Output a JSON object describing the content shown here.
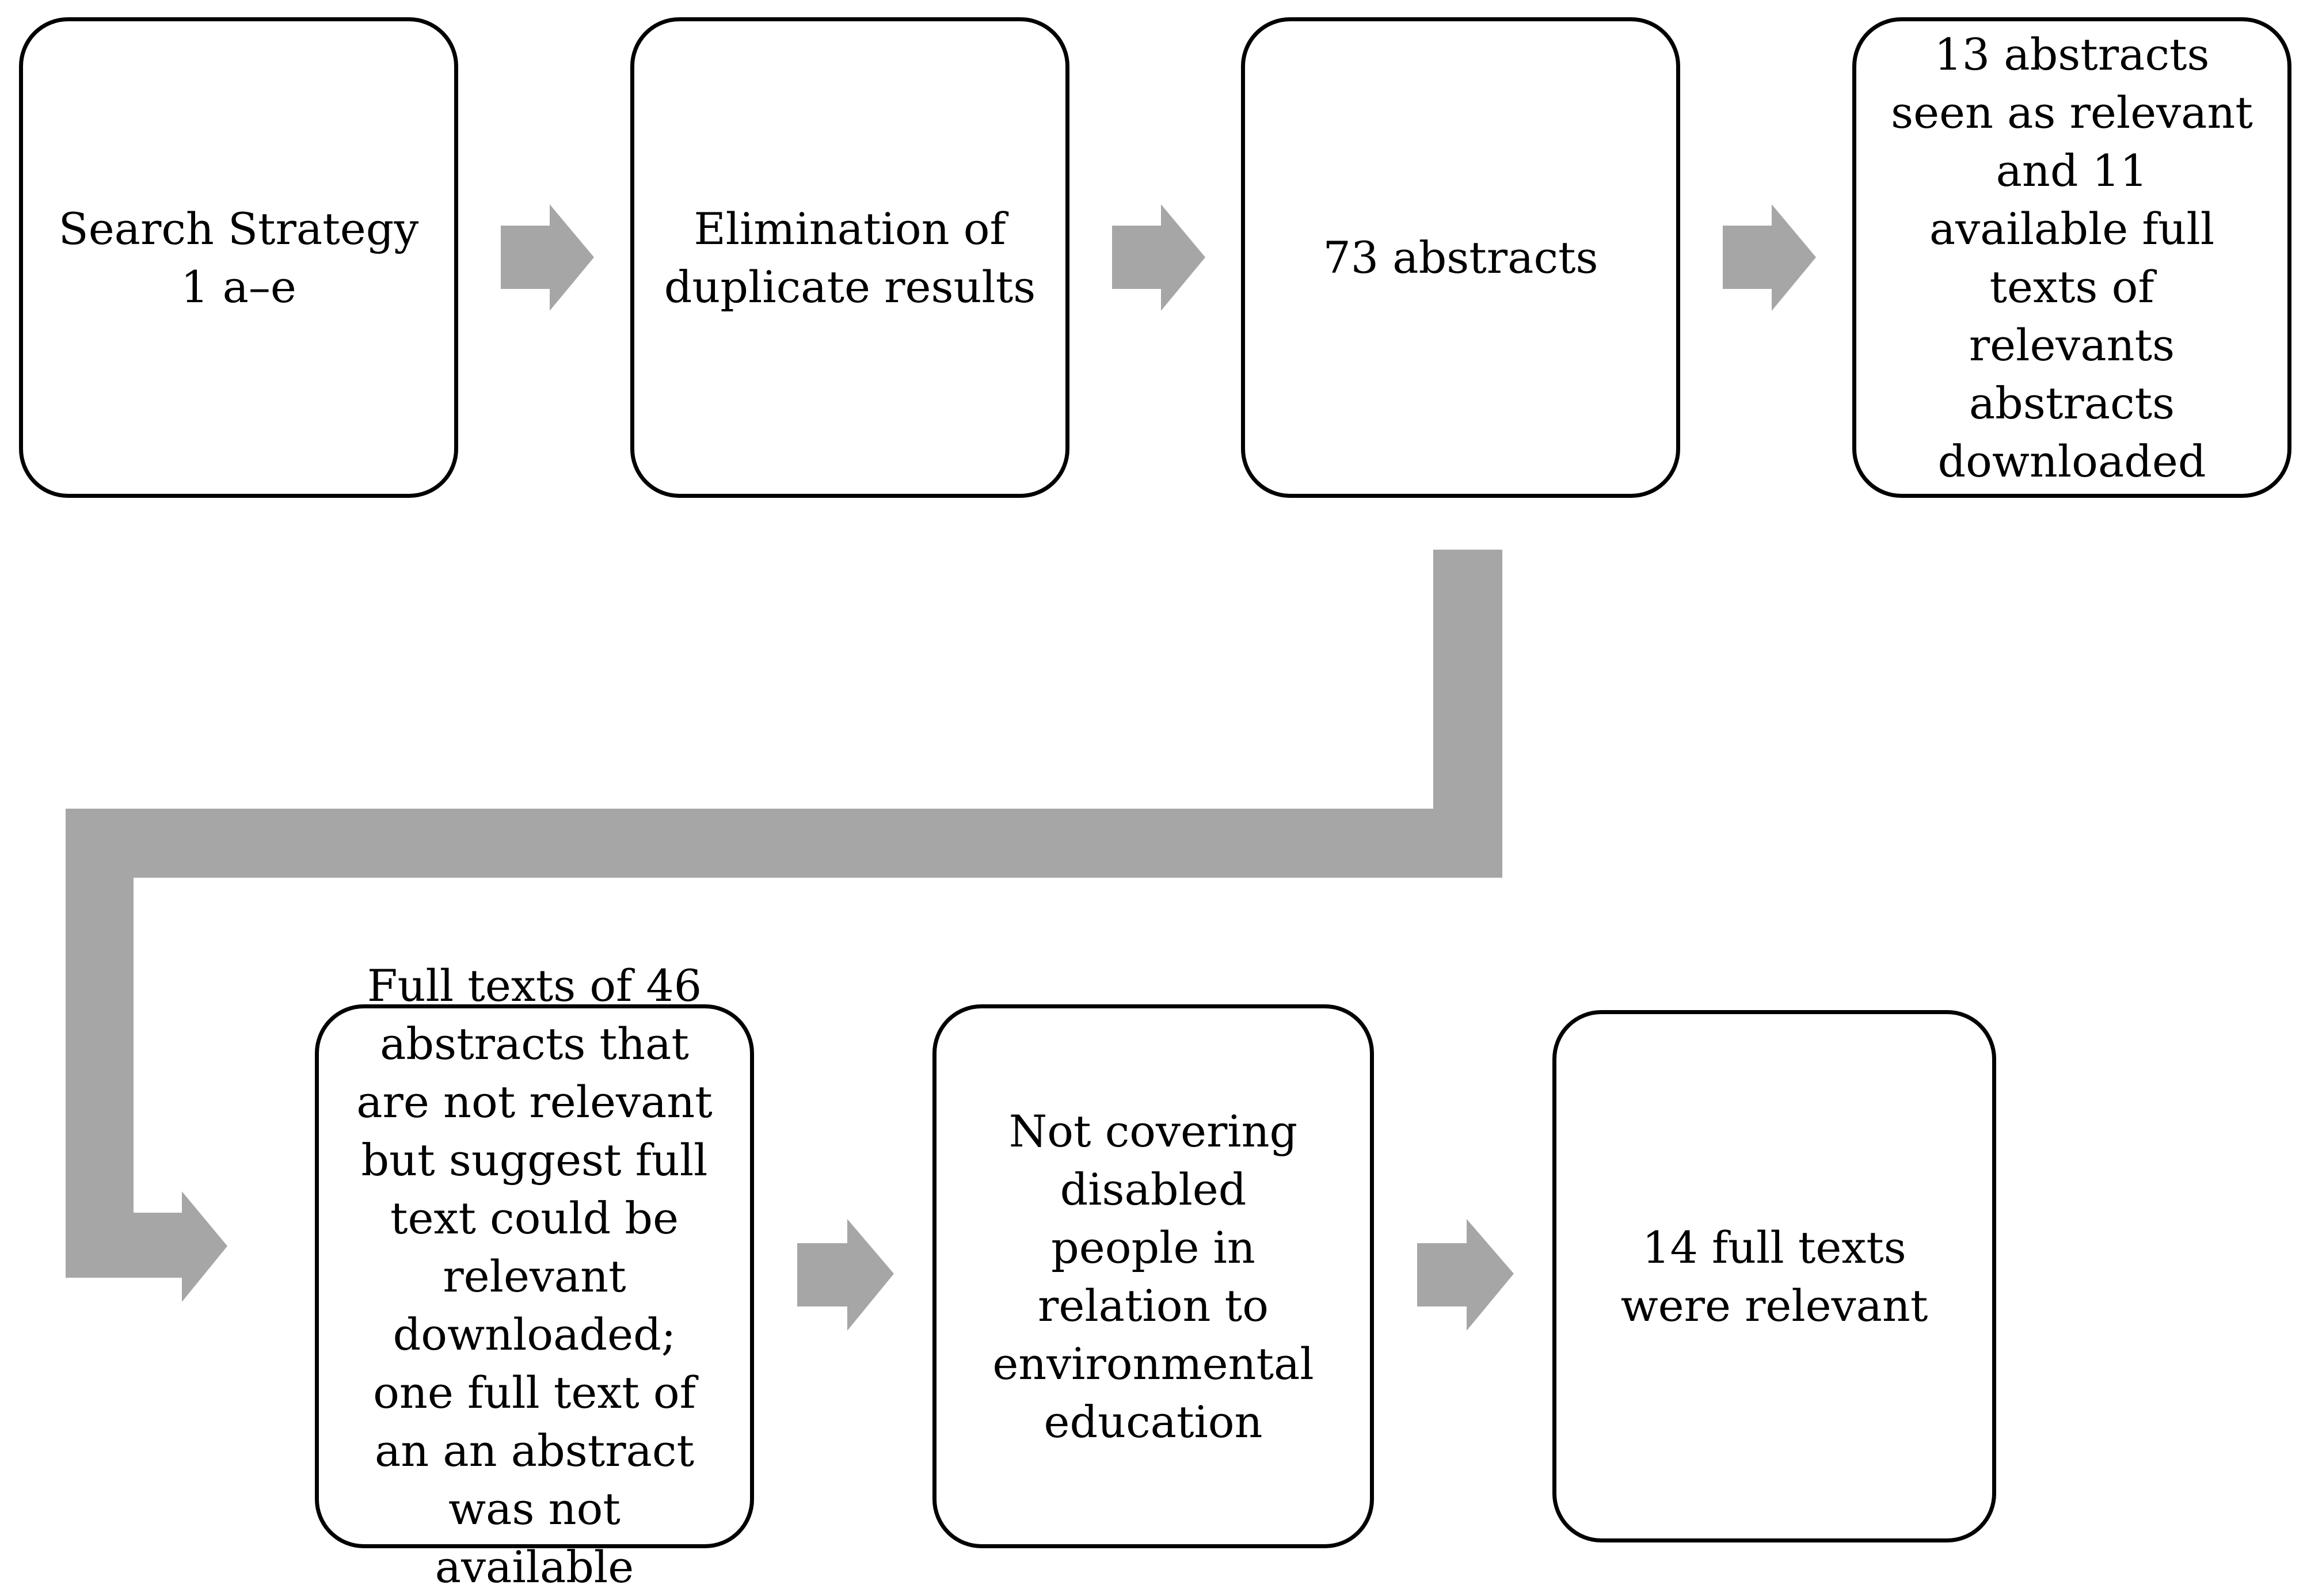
{
  "diagram": {
    "boxes": [
      {
        "id": "search-strategy",
        "text": "Search Strategy 1 a–e"
      },
      {
        "id": "elimination",
        "text": "Elimination of duplicate results"
      },
      {
        "id": "abstracts-73",
        "text": "73 abstracts"
      },
      {
        "id": "abstracts-13",
        "text": "13 abstracts seen as relevant and 11 available full texts of relevants abstracts downloaded"
      },
      {
        "id": "full-texts-46",
        "text": "Full texts of 46 abstracts that are not relevant but suggest full text could be relevant downloaded; one full text of an an abstract was not available"
      },
      {
        "id": "not-covering",
        "text": "Not covering disabled people in relation to environmental education"
      },
      {
        "id": "full-texts-14",
        "text": "14 full texts were relevant"
      }
    ],
    "arrow_color": "#a6a6a6",
    "border_color": "#000000"
  }
}
